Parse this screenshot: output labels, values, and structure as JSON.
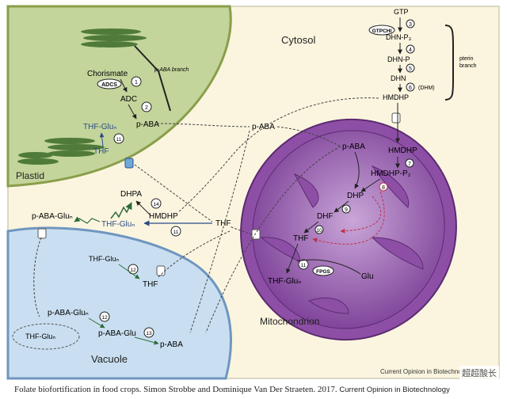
{
  "compartments": {
    "cytosol": "Cytosol",
    "plastid": "Plastid",
    "vacuole": "Vacuole",
    "mitochondrion": "Mitochondrion"
  },
  "plastid": {
    "chorismate": "Chorismate",
    "adcs": "ADCS",
    "adc": "ADC",
    "paba": "p-ABA",
    "thf_glun": "THF-Gluₙ",
    "thf": "THF",
    "branch_label": "p-ABA branch",
    "steps": [
      "1",
      "2",
      "11"
    ]
  },
  "pterin": {
    "gtp": "GTP",
    "gtpch": "GTPCHI",
    "dhn_p3": "DHN-P₃",
    "dhn_p": "DHN-P",
    "dhn": "DHN",
    "hmdhp": "HMDHP",
    "dhm": "(DHM)",
    "branch_label": [
      "pterin",
      "branch"
    ],
    "steps": [
      "3",
      "4",
      "5",
      "6"
    ]
  },
  "cytosol": {
    "paba": "p-ABA",
    "dhpa": "DHPA",
    "hmdhp": "HMDHP",
    "thf_glun": "THF-Gluₙ",
    "paba_glun": "p-ABA-Gluₙ",
    "thf": "THF",
    "steps": [
      "14",
      "11"
    ]
  },
  "mitochondrion": {
    "paba": "p-ABA",
    "hmdhp": "HMDHP",
    "hmdhp_p2": "HMDHP-P₂",
    "dhp": "DHP",
    "dhf": "DHF",
    "thf": "THF",
    "glu": "Glu",
    "thf_glun": "THF-Gluₙ",
    "fpgs": "FPGS",
    "steps": [
      "7",
      "8",
      "9",
      "10",
      "11"
    ]
  },
  "vacuole": {
    "thf_glun_1": "THF-Gluₙ",
    "thf": "THF",
    "paba_glun": "p-ABA-Gluₙ",
    "paba_glu": "p-ABA-Glu",
    "paba": "p-ABA",
    "thf_glun_pool": "THF-Gluₙ",
    "steps": [
      "12",
      "12",
      "13"
    ]
  },
  "footer": {
    "journal_stamp": "Current Opinion in Biotechnology",
    "watermark": "超超酸长",
    "caption_main": "Folate biofortification  in food crops. Simon Strobbe and Dominique Van Der Straeten.  2017.",
    "caption_journal": "Current Opinion in Biotechnology"
  },
  "colors": {
    "plastid": "#c3d59b",
    "plastid_border": "#8a9e4a",
    "cytosol": "#fbf5df",
    "mitochondrion": "#8d4fa6",
    "mito_inner": "#b98fcb",
    "vacuole": "#c9dff1",
    "thylakoid": "#4f7a3a",
    "arrow": "#222222"
  }
}
